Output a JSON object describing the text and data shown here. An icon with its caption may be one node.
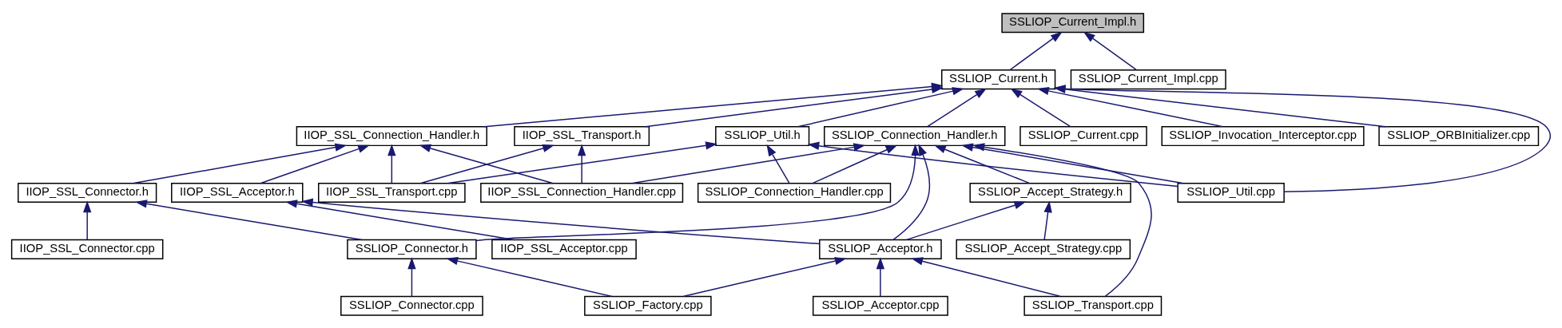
{
  "diagram": {
    "nodes": [
      {
        "text": [
          "SSLIOP_Current_Impl.h"
        ]
      },
      {
        "text": [
          "SSLIOP_Current.h"
        ]
      },
      {
        "text": [
          "SSLIOP_Current_Impl.cpp"
        ]
      },
      {
        "text": [
          "IIOP_SSL_Connection_Handler.h"
        ]
      },
      {
        "text": [
          "IIOP_SSL_Transport.h"
        ]
      },
      {
        "text": [
          "SSLIOP_Connection_Handler.h"
        ]
      },
      {
        "text": [
          "SSLIOP_Util.h"
        ]
      },
      {
        "text": [
          "SSLIOP_Current.cpp"
        ]
      },
      {
        "text": [
          "SSLIOP_Invocation_Interceptor.cpp"
        ]
      },
      {
        "text": [
          "SSLIOP_ORBInitializer.cpp"
        ]
      },
      {
        "text": [
          "IIOP_SSL_Connector.h"
        ]
      },
      {
        "text": [
          "IIOP_SSL_Acceptor.h"
        ]
      },
      {
        "text": [
          "IIOP_SSL_Connection_Handler.cpp"
        ]
      },
      {
        "text": [
          "IIOP_SSL_Transport.cpp"
        ]
      },
      {
        "text": [
          "SSLIOP_Accept_Strategy.h"
        ]
      },
      {
        "text": [
          "SSLIOP_Connection_Handler.cpp"
        ]
      },
      {
        "text": [
          "SSLIOP_Util.cpp"
        ]
      },
      {
        "text": [
          "IIOP_SSL_Connector.cpp"
        ]
      },
      {
        "text": [
          "IIOP_SSL_Acceptor.cpp"
        ]
      },
      {
        "text": [
          "SSLIOP_Connector.h"
        ]
      },
      {
        "text": [
          "SSLIOP_Acceptor.h"
        ]
      },
      {
        "text": [
          "SSLIOP_Accept_Strategy.cpp"
        ]
      },
      {
        "text": [
          "SSLIOP_Connector.cpp"
        ]
      },
      {
        "text": [
          "SSLIOP_Factory.cpp"
        ]
      },
      {
        "text": [
          "SSLIOP_Acceptor.cpp"
        ]
      },
      {
        "text": [
          "SSLIOP_Transport.cpp"
        ]
      }
    ],
    "edges": [
      {
        "from": 1,
        "to": 0,
        "arrow": "to"
      },
      {
        "from": 2,
        "to": 0,
        "arrow": "to"
      },
      {
        "from": 3,
        "to": 1,
        "arrow": "to"
      },
      {
        "from": 4,
        "to": 1,
        "arrow": "to"
      },
      {
        "from": 5,
        "to": 1,
        "arrow": "to"
      },
      {
        "from": 6,
        "to": 1,
        "arrow": "to"
      },
      {
        "from": 16,
        "to": 1,
        "arrow": "to"
      },
      {
        "from": 7,
        "to": 1,
        "arrow": "to"
      },
      {
        "from": 8,
        "to": 1,
        "arrow": "to"
      },
      {
        "from": 9,
        "to": 1,
        "arrow": "to"
      },
      {
        "from": 10,
        "to": 3,
        "arrow": "to"
      },
      {
        "from": 11,
        "to": 3,
        "arrow": "to"
      },
      {
        "from": 12,
        "to": 3,
        "arrow": "to"
      },
      {
        "from": 13,
        "to": 3,
        "arrow": "to"
      },
      {
        "from": 12,
        "to": 4,
        "arrow": "to"
      },
      {
        "from": 13,
        "to": 4,
        "arrow": "to"
      },
      {
        "from": 12,
        "to": 5,
        "arrow": "to"
      },
      {
        "from": 19,
        "to": 5,
        "arrow": "to"
      },
      {
        "from": 20,
        "to": 5,
        "arrow": "to"
      },
      {
        "from": 14,
        "to": 5,
        "arrow": "to"
      },
      {
        "from": 25,
        "to": 5,
        "arrow": "to"
      },
      {
        "from": 15,
        "to": 5,
        "arrow": "to"
      },
      {
        "from": 16,
        "to": 5,
        "arrow": "to"
      },
      {
        "from": 13,
        "to": 6,
        "arrow": "to"
      },
      {
        "from": 15,
        "to": 6,
        "arrow": "to"
      },
      {
        "from": 16,
        "to": 6,
        "arrow": "to"
      },
      {
        "from": 17,
        "to": 10,
        "arrow": "to"
      },
      {
        "from": 19,
        "to": 10,
        "arrow": "to"
      },
      {
        "from": 18,
        "to": 11,
        "arrow": "to"
      },
      {
        "from": 20,
        "to": 11,
        "arrow": "to"
      },
      {
        "from": 20,
        "to": 14,
        "arrow": "to"
      },
      {
        "from": 21,
        "to": 14,
        "arrow": "to"
      },
      {
        "from": 22,
        "to": 19,
        "arrow": "to"
      },
      {
        "from": 23,
        "to": 19,
        "arrow": "to"
      },
      {
        "from": 23,
        "to": 20,
        "arrow": "to"
      },
      {
        "from": 24,
        "to": 20,
        "arrow": "to"
      },
      {
        "from": 25,
        "to": 20,
        "arrow": "to"
      }
    ]
  }
}
